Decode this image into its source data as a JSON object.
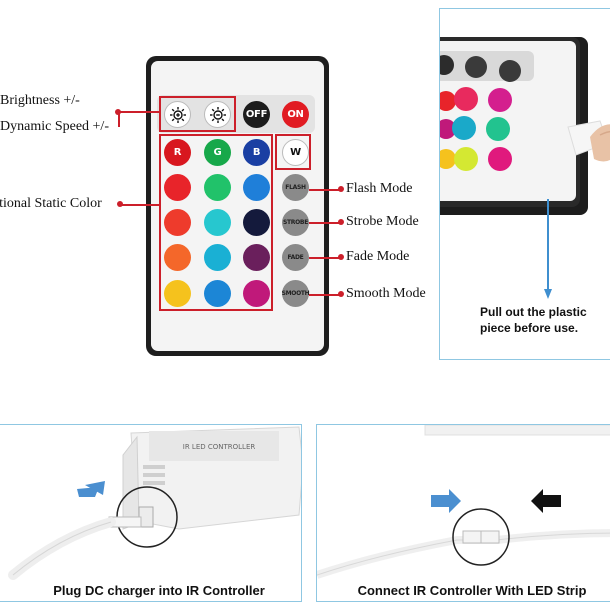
{
  "remote": {
    "top_buttons": [
      {
        "kind": "brightness-up",
        "label": "",
        "color": "#ffffff"
      },
      {
        "kind": "brightness-down",
        "label": "",
        "color": "#ffffff"
      },
      {
        "kind": "off",
        "label": "OFF",
        "color": "#1c1c1c"
      },
      {
        "kind": "on",
        "label": "ON",
        "color": "#e11b22"
      }
    ],
    "rgbw_buttons": [
      {
        "label": "R",
        "color": "#d8171f",
        "text_color": "#ffffff"
      },
      {
        "label": "G",
        "color": "#17a84a",
        "text_color": "#ffffff"
      },
      {
        "label": "B",
        "color": "#1a3fa3",
        "text_color": "#ffffff"
      },
      {
        "label": "W",
        "color": "#ffffff",
        "text_color": "#111111"
      }
    ],
    "color_grid": [
      [
        "#e8242a",
        "#21c26a",
        "#1f7fd9"
      ],
      [
        "#ee3b2c",
        "#27c7cf",
        "#141a3c"
      ],
      [
        "#f4672a",
        "#1ab0d4",
        "#6a1f5c"
      ],
      [
        "#f5c21d",
        "#1c86d6",
        "#c0197a"
      ]
    ],
    "mode_buttons": [
      {
        "label": "FLASH"
      },
      {
        "label": "STROBE"
      },
      {
        "label": "FADE"
      },
      {
        "label": "SMOOTH"
      }
    ]
  },
  "callouts": {
    "brightness": "Brightness +/-",
    "dynamic_speed": "Dynamic Speed +/-",
    "static_color": "Optional Static Color",
    "flash": "Flash Mode",
    "strobe": "Strobe Mode",
    "fade": "Fade Mode",
    "smooth": "Smooth Mode"
  },
  "panels": {
    "pull_plastic": "Pull out the plastic piece before use.",
    "plug_dc": "Plug DC charger into IR Controller",
    "connect_strip": "Connect IR Controller With LED Strip"
  },
  "colors": {
    "accent_red": "#cc1f2a",
    "frame_blue": "#8fc7e2",
    "arrow_blue": "#3f8fcf"
  }
}
